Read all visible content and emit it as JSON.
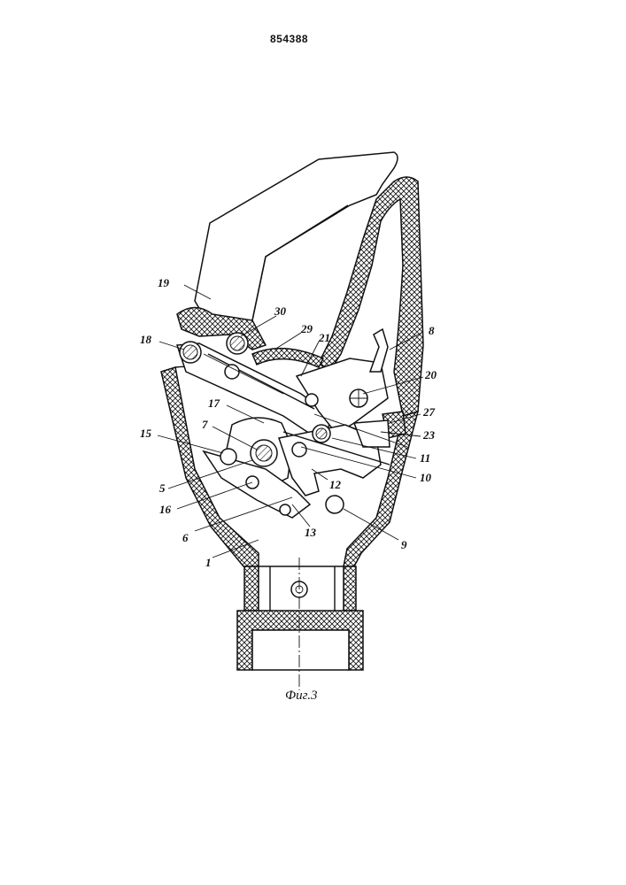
{
  "patent_number": "854388",
  "figure_caption": "Фиг.3",
  "callouts": [
    "1",
    "5",
    "6",
    "7",
    "8",
    "9",
    "10",
    "11",
    "12",
    "13",
    "15",
    "16",
    "17",
    "18",
    "19",
    "20",
    "21",
    "23",
    "27",
    "29",
    "30"
  ]
}
